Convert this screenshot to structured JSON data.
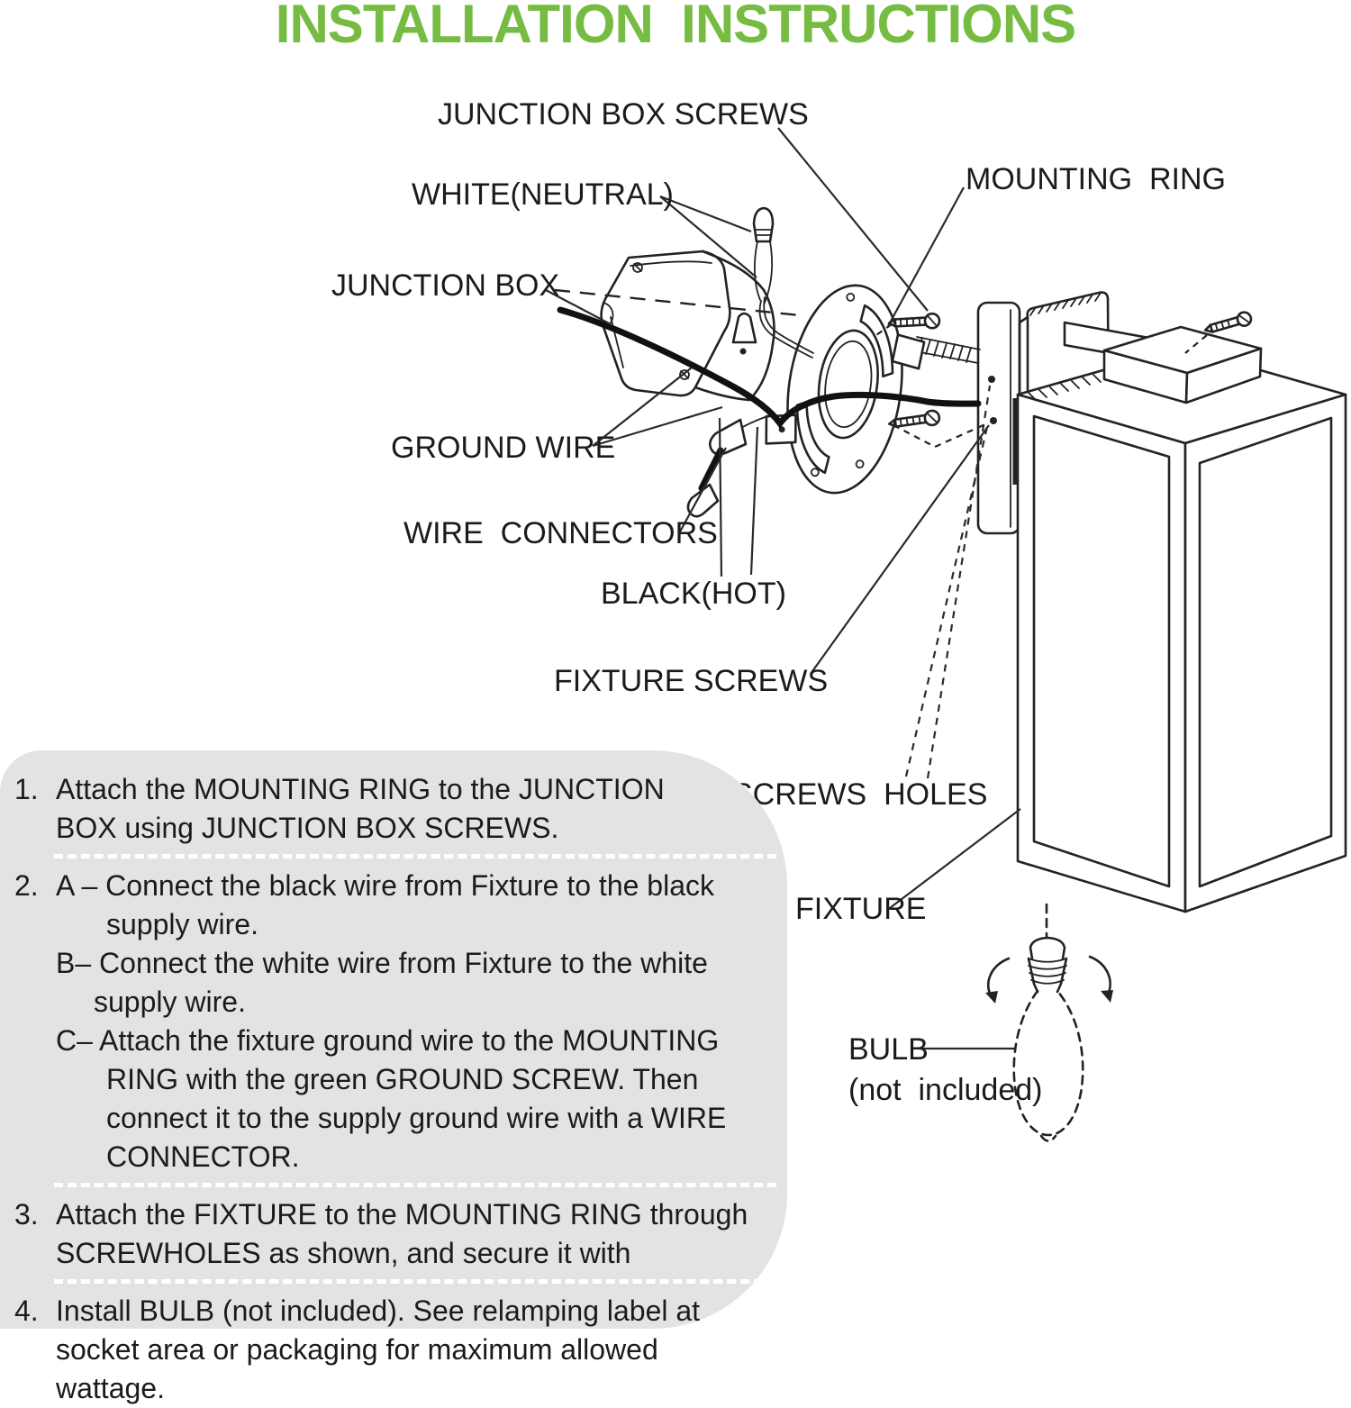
{
  "title": "INSTALLATION  INSTRUCTIONS",
  "colors": {
    "title_green": "#76bc43",
    "panel_gray": "#e3e3e3",
    "ink": "#1b1b1b"
  },
  "diagram_labels": {
    "junction_box_screws": "JUNCTION BOX SCREWS",
    "white_neutral": "WHITE(NEUTRAL)",
    "junction_box": "JUNCTION BOX",
    "mounting_ring": "MOUNTING  RING",
    "ground_wire": "GROUND WIRE",
    "wire_connectors": "WIRE  CONNECTORS",
    "black_hot": "BLACK(HOT)",
    "fixture_screws": "FIXTURE SCREWS",
    "screws_holes": "SCREWS  HOLES",
    "fixture": "FIXTURE",
    "bulb": "BULB",
    "bulb_note": "(not  included)"
  },
  "instructions": {
    "steps": [
      {
        "num": "1.",
        "sep": true,
        "lines": [
          {
            "t": "Attach the MOUNTING RING to the JUNCTION",
            "i": 0
          },
          {
            "t": "BOX using JUNCTION BOX SCREWS.",
            "i": 0
          }
        ]
      },
      {
        "num": "2.",
        "sep": true,
        "lines": [
          {
            "t": "A – Connect the black wire from Fixture to the black",
            "i": 0
          },
          {
            "t": "supply wire.",
            "i": 2
          },
          {
            "t": "B– Connect the white wire from Fixture to the white",
            "i": 0
          },
          {
            "t": "supply wire.",
            "i": 1
          },
          {
            "t": "C– Attach the fixture ground wire to the MOUNTING",
            "i": 0
          },
          {
            "t": "RING with the green GROUND SCREW. Then",
            "i": 2
          },
          {
            "t": "connect it to the supply ground wire with a WIRE",
            "i": 2
          },
          {
            "t": "CONNECTOR.",
            "i": 2
          }
        ]
      },
      {
        "num": "3.",
        "sep": true,
        "lines": [
          {
            "t": "Attach the FIXTURE to the MOUNTING RING through",
            "i": 0
          },
          {
            "t": "SCREWHOLES as shown, and secure it with",
            "i": 0
          }
        ]
      },
      {
        "num": "4.",
        "sep": false,
        "lines": [
          {
            "t": "Install BULB (not included). See relamping label at",
            "i": 0
          },
          {
            "t": "socket area or packaging for maximum allowed",
            "i": 0
          },
          {
            "t": "wattage.",
            "i": 0
          }
        ]
      }
    ]
  }
}
